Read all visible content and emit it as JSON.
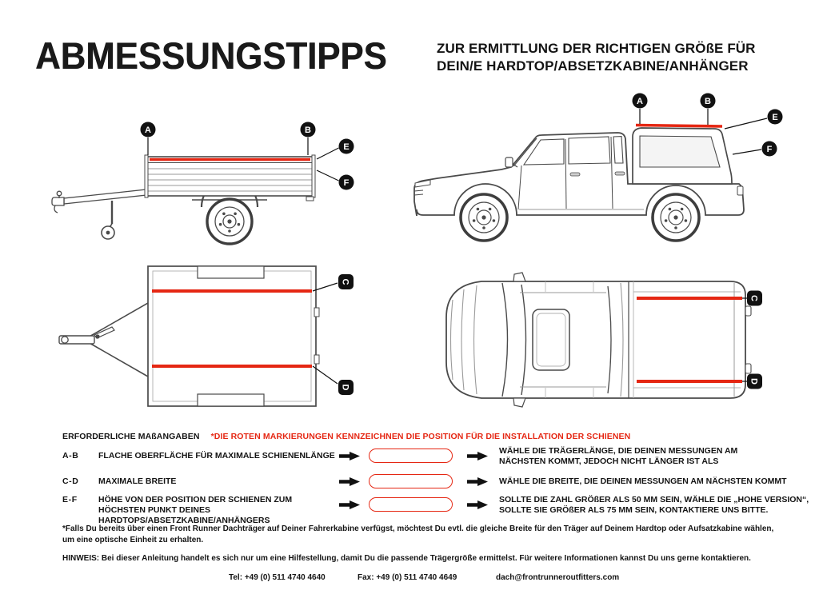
{
  "page": {
    "title": "ABMESSUNGSTIPPS",
    "subtitle": "ZUR ERMITTLUNG DER RICHTIGEN GRÖßE FÜR DEIN/E HARDTOP/ABSETZKABINE/ANHÄNGER"
  },
  "markers": {
    "a": "A",
    "b": "B",
    "c": "C",
    "d": "D",
    "e": "E",
    "f": "F"
  },
  "requirements": {
    "heading": "ERFORDERLICHE MAßANGABEN",
    "note": "*DIE ROTEN MARKIERUNGEN KENNZEICHNEN DIE POSITION FÜR DIE INSTALLATION DER SCHIENEN",
    "rows": [
      {
        "key": "A-B",
        "description": "FLACHE OBERFLÄCHE FÜR MAXIMALE SCHIENENLÄNGE",
        "result": "WÄHLE DIE TRÄGERLÄNGE, DIE DEINEN MESSUNGEN AM NÄCHSTEN KOMMT, JEDOCH NICHT LÄNGER IST ALS"
      },
      {
        "key": "C-D",
        "description": "MAXIMALE BREITE",
        "result": "WÄHLE DIE BREITE, DIE DEINEN MESSUNGEN AM NÄCHSTEN KOMMT"
      },
      {
        "key": "E-F",
        "description": "HÖHE VON DER POSITION DER SCHIENEN ZUM HÖCHSTEN PUNKT DEINES HARDTOPS/ABSETZKABINE/ANHÄNGERS",
        "result": "SOLLTE DIE ZAHL GRÖßER ALS 50 MM SEIN, WÄHLE DIE „HOHE VERSION“, SOLLTE SIE GRÖßER ALS 75 MM SEIN, KONTAKTIERE UNS BITTE."
      }
    ]
  },
  "footnotes": {
    "asterisk": "*Falls Du bereits über einen Front Runner Dachträger auf Deiner Fahrerkabine verfügst, möchtest Du evtl. die gleiche Breite für den Träger auf Deinem Hardtop oder Aufsatzkabine wählen,\n   um eine optische Einheit zu erhalten.",
    "note": "HINWEIS: Bei dieser Anleitung handelt es sich nur um eine Hilfestellung, damit Du die passende Trägergröße ermittelst. Für weitere Informationen kannst Du uns gerne kontaktieren."
  },
  "contact": {
    "tel": "Tel: +49 (0) 511 4740 4640",
    "fax": "Fax: +49 (0) 511 4740 4649",
    "email": "dach@frontrunneroutfitters.com"
  },
  "colors": {
    "accent_red": "#e52713",
    "line_gray": "#4a4a4a",
    "marker_black": "#111111"
  }
}
